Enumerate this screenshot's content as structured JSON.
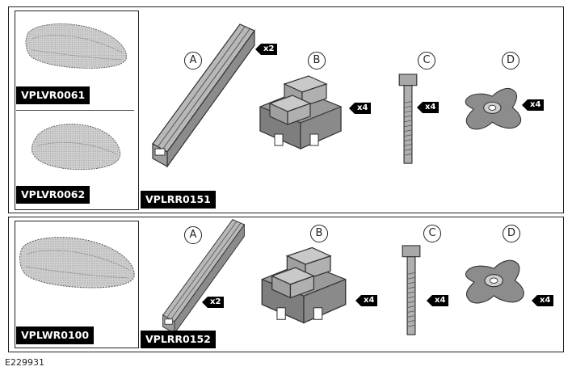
{
  "top": {
    "box1_code": "VPLVR0061",
    "box2_code": "VPLVR0062",
    "rail_code": "VPLRR0151",
    "parts": [
      {
        "letter": "A",
        "qty": "x2"
      },
      {
        "letter": "B",
        "qty": "x4"
      },
      {
        "letter": "C",
        "qty": "x4"
      },
      {
        "letter": "D",
        "qty": "x4"
      }
    ]
  },
  "bottom": {
    "box_code": "VPLWR0100",
    "rail_code": "VPLRR0152",
    "parts": [
      {
        "letter": "A",
        "qty": "x2"
      },
      {
        "letter": "B",
        "qty": "x4"
      },
      {
        "letter": "C",
        "qty": "x4"
      },
      {
        "letter": "D",
        "qty": "x4"
      }
    ]
  },
  "figure_id": "E229931"
}
